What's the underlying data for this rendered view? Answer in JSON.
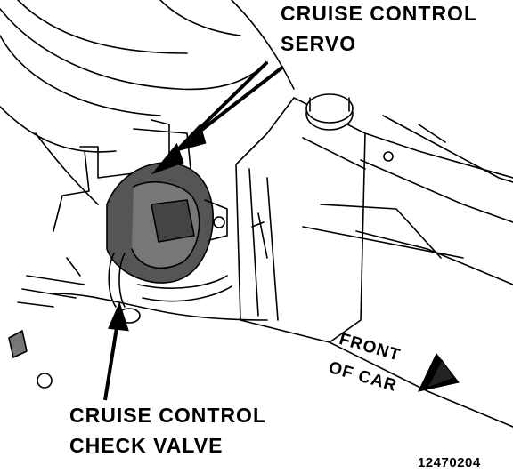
{
  "callouts": {
    "servo": {
      "line1": "CRUISE CONTROL",
      "line2": "SERVO"
    },
    "check_valve": {
      "line1": "CRUISE CONTROL",
      "line2": "CHECK VALVE"
    },
    "orientation": {
      "line1": "FRONT",
      "line2": "OF CAR"
    }
  },
  "figure_number": "12470204",
  "colors": {
    "ink": "#000000",
    "paper": "#ffffff",
    "shade": "#555555"
  }
}
